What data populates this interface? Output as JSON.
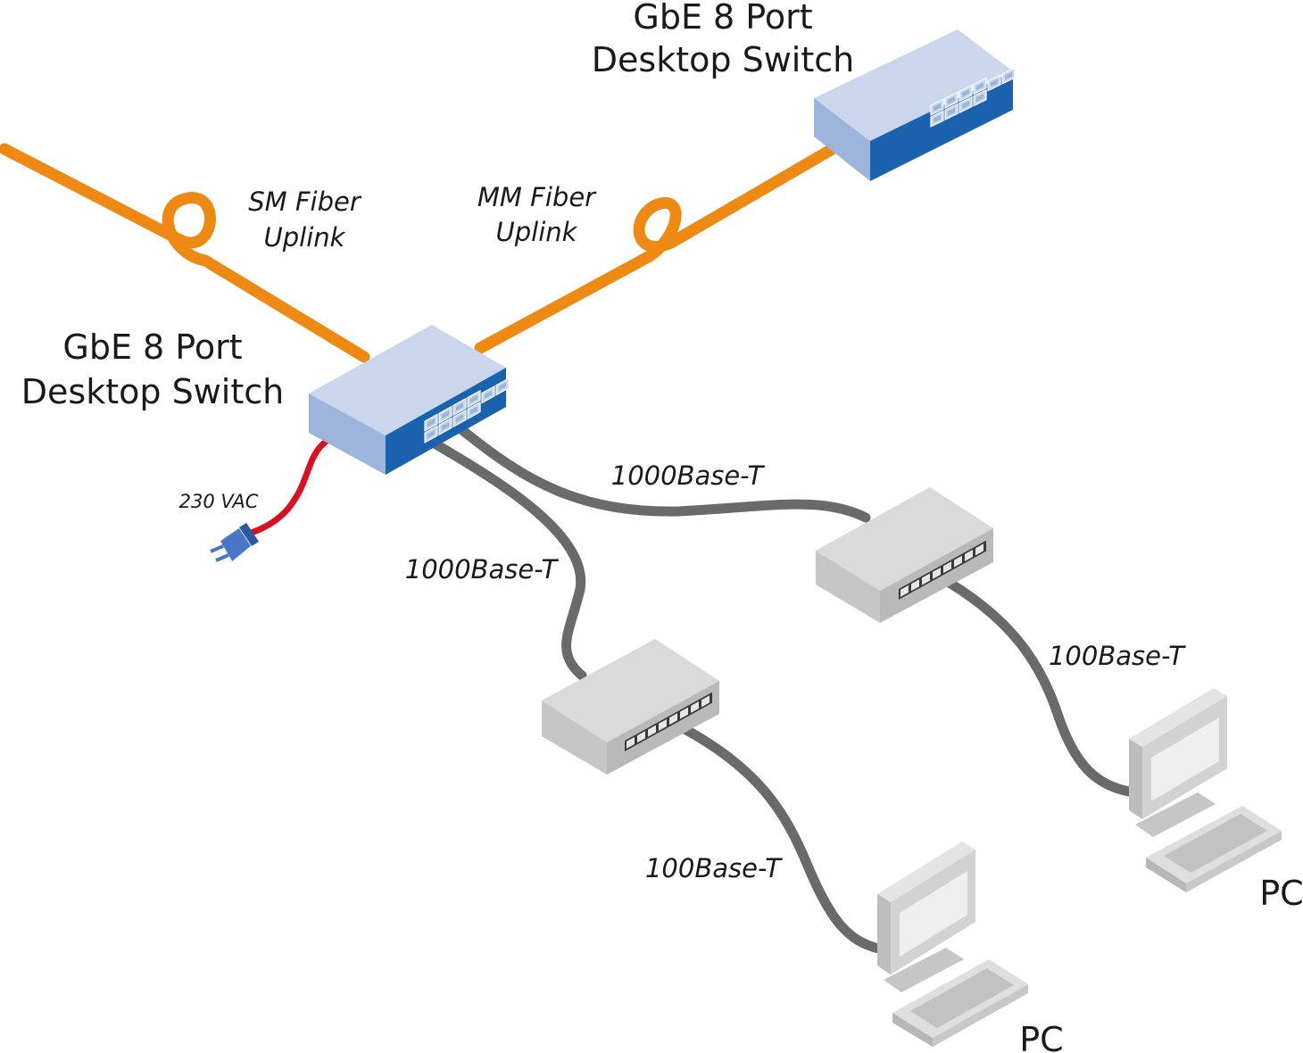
{
  "devices": {
    "main_switch": {
      "line1": "GbE 8 Port",
      "line2": "Desktop Switch"
    },
    "remote_switch": {
      "line1": "GbE 8 Port",
      "line2": "Desktop Switch"
    },
    "pc_left": {
      "label": "PC"
    },
    "pc_right": {
      "label": "PC"
    }
  },
  "links": {
    "sm_fiber": {
      "line1": "SM Fiber",
      "line2": "Uplink"
    },
    "mm_fiber": {
      "line1": "MM Fiber",
      "line2": "Uplink"
    },
    "gige_left": "1000Base-T",
    "gige_right": "1000Base-T",
    "fast_left": "100Base-T",
    "fast_right": "100Base-T",
    "power": "230 VAC"
  },
  "colors": {
    "fiber": "#ee8a14",
    "copper": "#6a6a6a",
    "power": "#d9101f",
    "switch_face": "#c9d6ec",
    "switch_front": "#1a62ad",
    "switch_side": "#9db4dc",
    "gray_top": "#dadada",
    "gray_front": "#b9b9b9",
    "gray_side": "#c6c6c6"
  }
}
